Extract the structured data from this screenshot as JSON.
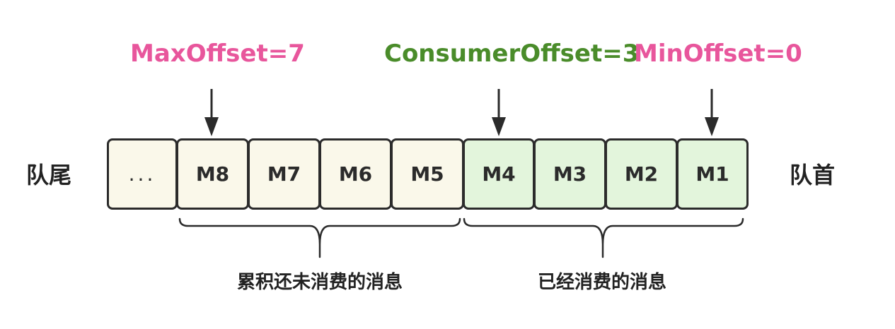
{
  "offsets": {
    "max": {
      "label": "MaxOffset=7",
      "color": "#e8569c"
    },
    "consumer": {
      "label": "ConsumerOffset=3",
      "color": "#4a8c2a"
    },
    "min": {
      "label": "MinOffset=0",
      "color": "#e8569c"
    }
  },
  "queue": {
    "tail_label": "队尾",
    "head_label": "队首",
    "cells": [
      {
        "label": "...",
        "state": "pending"
      },
      {
        "label": "M8",
        "state": "pending"
      },
      {
        "label": "M7",
        "state": "pending"
      },
      {
        "label": "M6",
        "state": "pending"
      },
      {
        "label": "M5",
        "state": "pending"
      },
      {
        "label": "M4",
        "state": "consumed"
      },
      {
        "label": "M3",
        "state": "consumed"
      },
      {
        "label": "M2",
        "state": "consumed"
      },
      {
        "label": "M1",
        "state": "consumed"
      }
    ]
  },
  "groups": {
    "pending_label": "累积还未消费的消息",
    "consumed_label": "已经消费的消息"
  },
  "colors": {
    "pending_fill": "#faf8ea",
    "consumed_fill": "#e3f5dc",
    "stroke": "#2b2b2b"
  }
}
